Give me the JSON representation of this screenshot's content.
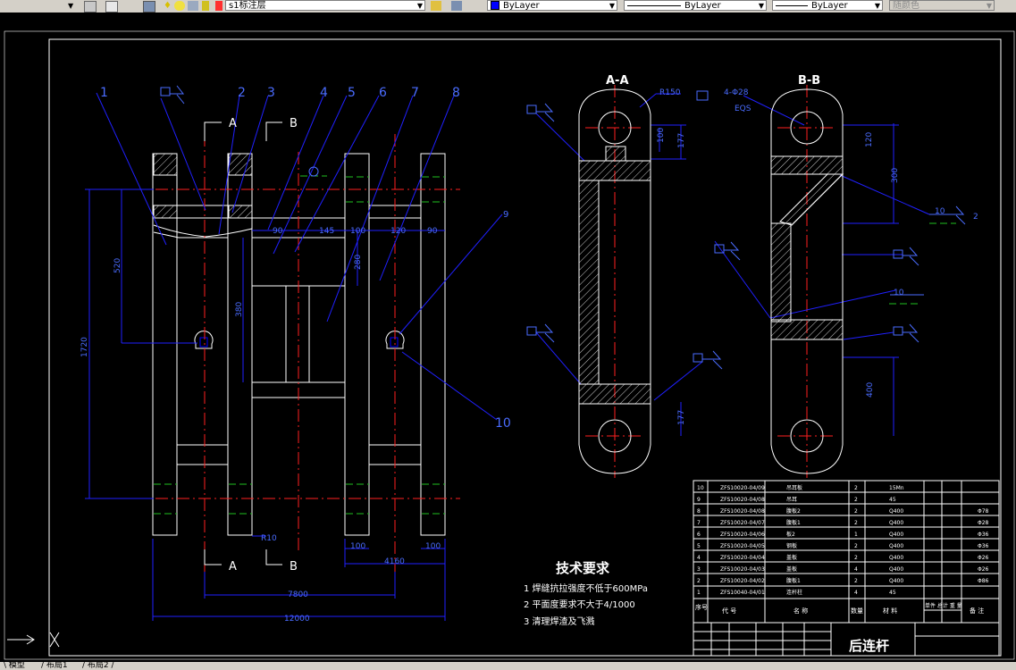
{
  "toolbar": {
    "layer_name": "s1标注层",
    "color_combo": "ByLayer",
    "linetype_combo": "ByLayer",
    "lineweight_combo": "ByLayer",
    "plotstyle_combo": "随颜色"
  },
  "section_titles": {
    "aa": "A-A",
    "bb": "B-B"
  },
  "cut_labels": {
    "a_top": "A",
    "b_top": "B",
    "a_bottom": "A",
    "b_bottom": "B"
  },
  "balloons": [
    "1",
    "2",
    "3",
    "4",
    "5",
    "6",
    "7",
    "8",
    "9",
    "10"
  ],
  "dimensions": {
    "overall_width": "12000",
    "inner_width": "7800",
    "right_span": "4160",
    "height": "1720",
    "half_height": "520",
    "mid_height": "380",
    "small_height": "280",
    "top_dim_1": "90",
    "top_dim_2": "145",
    "top_dim_3": "100",
    "top_dim_4": "120",
    "top_dim_5": "90",
    "bottom_left_100": "100",
    "bottom_right_100": "100",
    "radius_r10": "R10",
    "radius_r150": "R150",
    "aa_dim_1": "100",
    "aa_dim_2": "177",
    "aa_dim_3": "177",
    "bb_dim_1": "120",
    "bb_dim_2": "300",
    "bb_dim_3": "400",
    "hole_spec": "4-Φ28",
    "weld_spec": "EQS",
    "weld_label_10": "10",
    "weld_size_2": "2"
  },
  "tech_requirements": {
    "title": "技术要求",
    "items": [
      "1 焊缝抗拉强度不低于600MPa",
      "2 平面度要求不大于4/1000",
      "3 清理焊渣及飞溅"
    ]
  },
  "bom": {
    "rows": [
      {
        "no": "10",
        "code": "ZFS10020-04/09",
        "name": "吊耳板",
        "qty": "2",
        "mat": "15Mn",
        "note": ""
      },
      {
        "no": "9",
        "code": "ZFS10020-04/08",
        "name": "吊耳",
        "qty": "2",
        "mat": "45",
        "note": ""
      },
      {
        "no": "8",
        "code": "ZFS10020-04/08",
        "name": "腹板2",
        "qty": "2",
        "mat": "Q400",
        "note": "Φ78"
      },
      {
        "no": "7",
        "code": "ZFS10020-04/07",
        "name": "腹板1",
        "qty": "2",
        "mat": "Q400",
        "note": "Φ28"
      },
      {
        "no": "6",
        "code": "ZFS10020-04/06",
        "name": "板2",
        "qty": "1",
        "mat": "Q400",
        "note": "Φ36"
      },
      {
        "no": "5",
        "code": "ZFS10020-04/05",
        "name": "钢板",
        "qty": "2",
        "mat": "Q400",
        "note": "Φ36"
      },
      {
        "no": "4",
        "code": "ZFS10020-04/04",
        "name": "盖板",
        "qty": "2",
        "mat": "Q400",
        "note": "Φ26"
      },
      {
        "no": "3",
        "code": "ZFS10020-04/03",
        "name": "盖板",
        "qty": "4",
        "mat": "Q400",
        "note": "Φ26"
      },
      {
        "no": "2",
        "code": "ZFS10020-04/02",
        "name": "腹板1",
        "qty": "2",
        "mat": "Q400",
        "note": "Φ86"
      },
      {
        "no": "1",
        "code": "ZFS10040-04/01",
        "name": "连杆柱",
        "qty": "4",
        "mat": "45",
        "note": ""
      }
    ],
    "header": {
      "no": "序号",
      "code": "代 号",
      "name": "名 称",
      "qty": "数量",
      "mat": "材 料",
      "weight": "单件 总计 重 量",
      "note": "备 注"
    },
    "title_block": "后连杆"
  },
  "layout_tabs": [
    "模型",
    "布局1",
    "布局2"
  ]
}
